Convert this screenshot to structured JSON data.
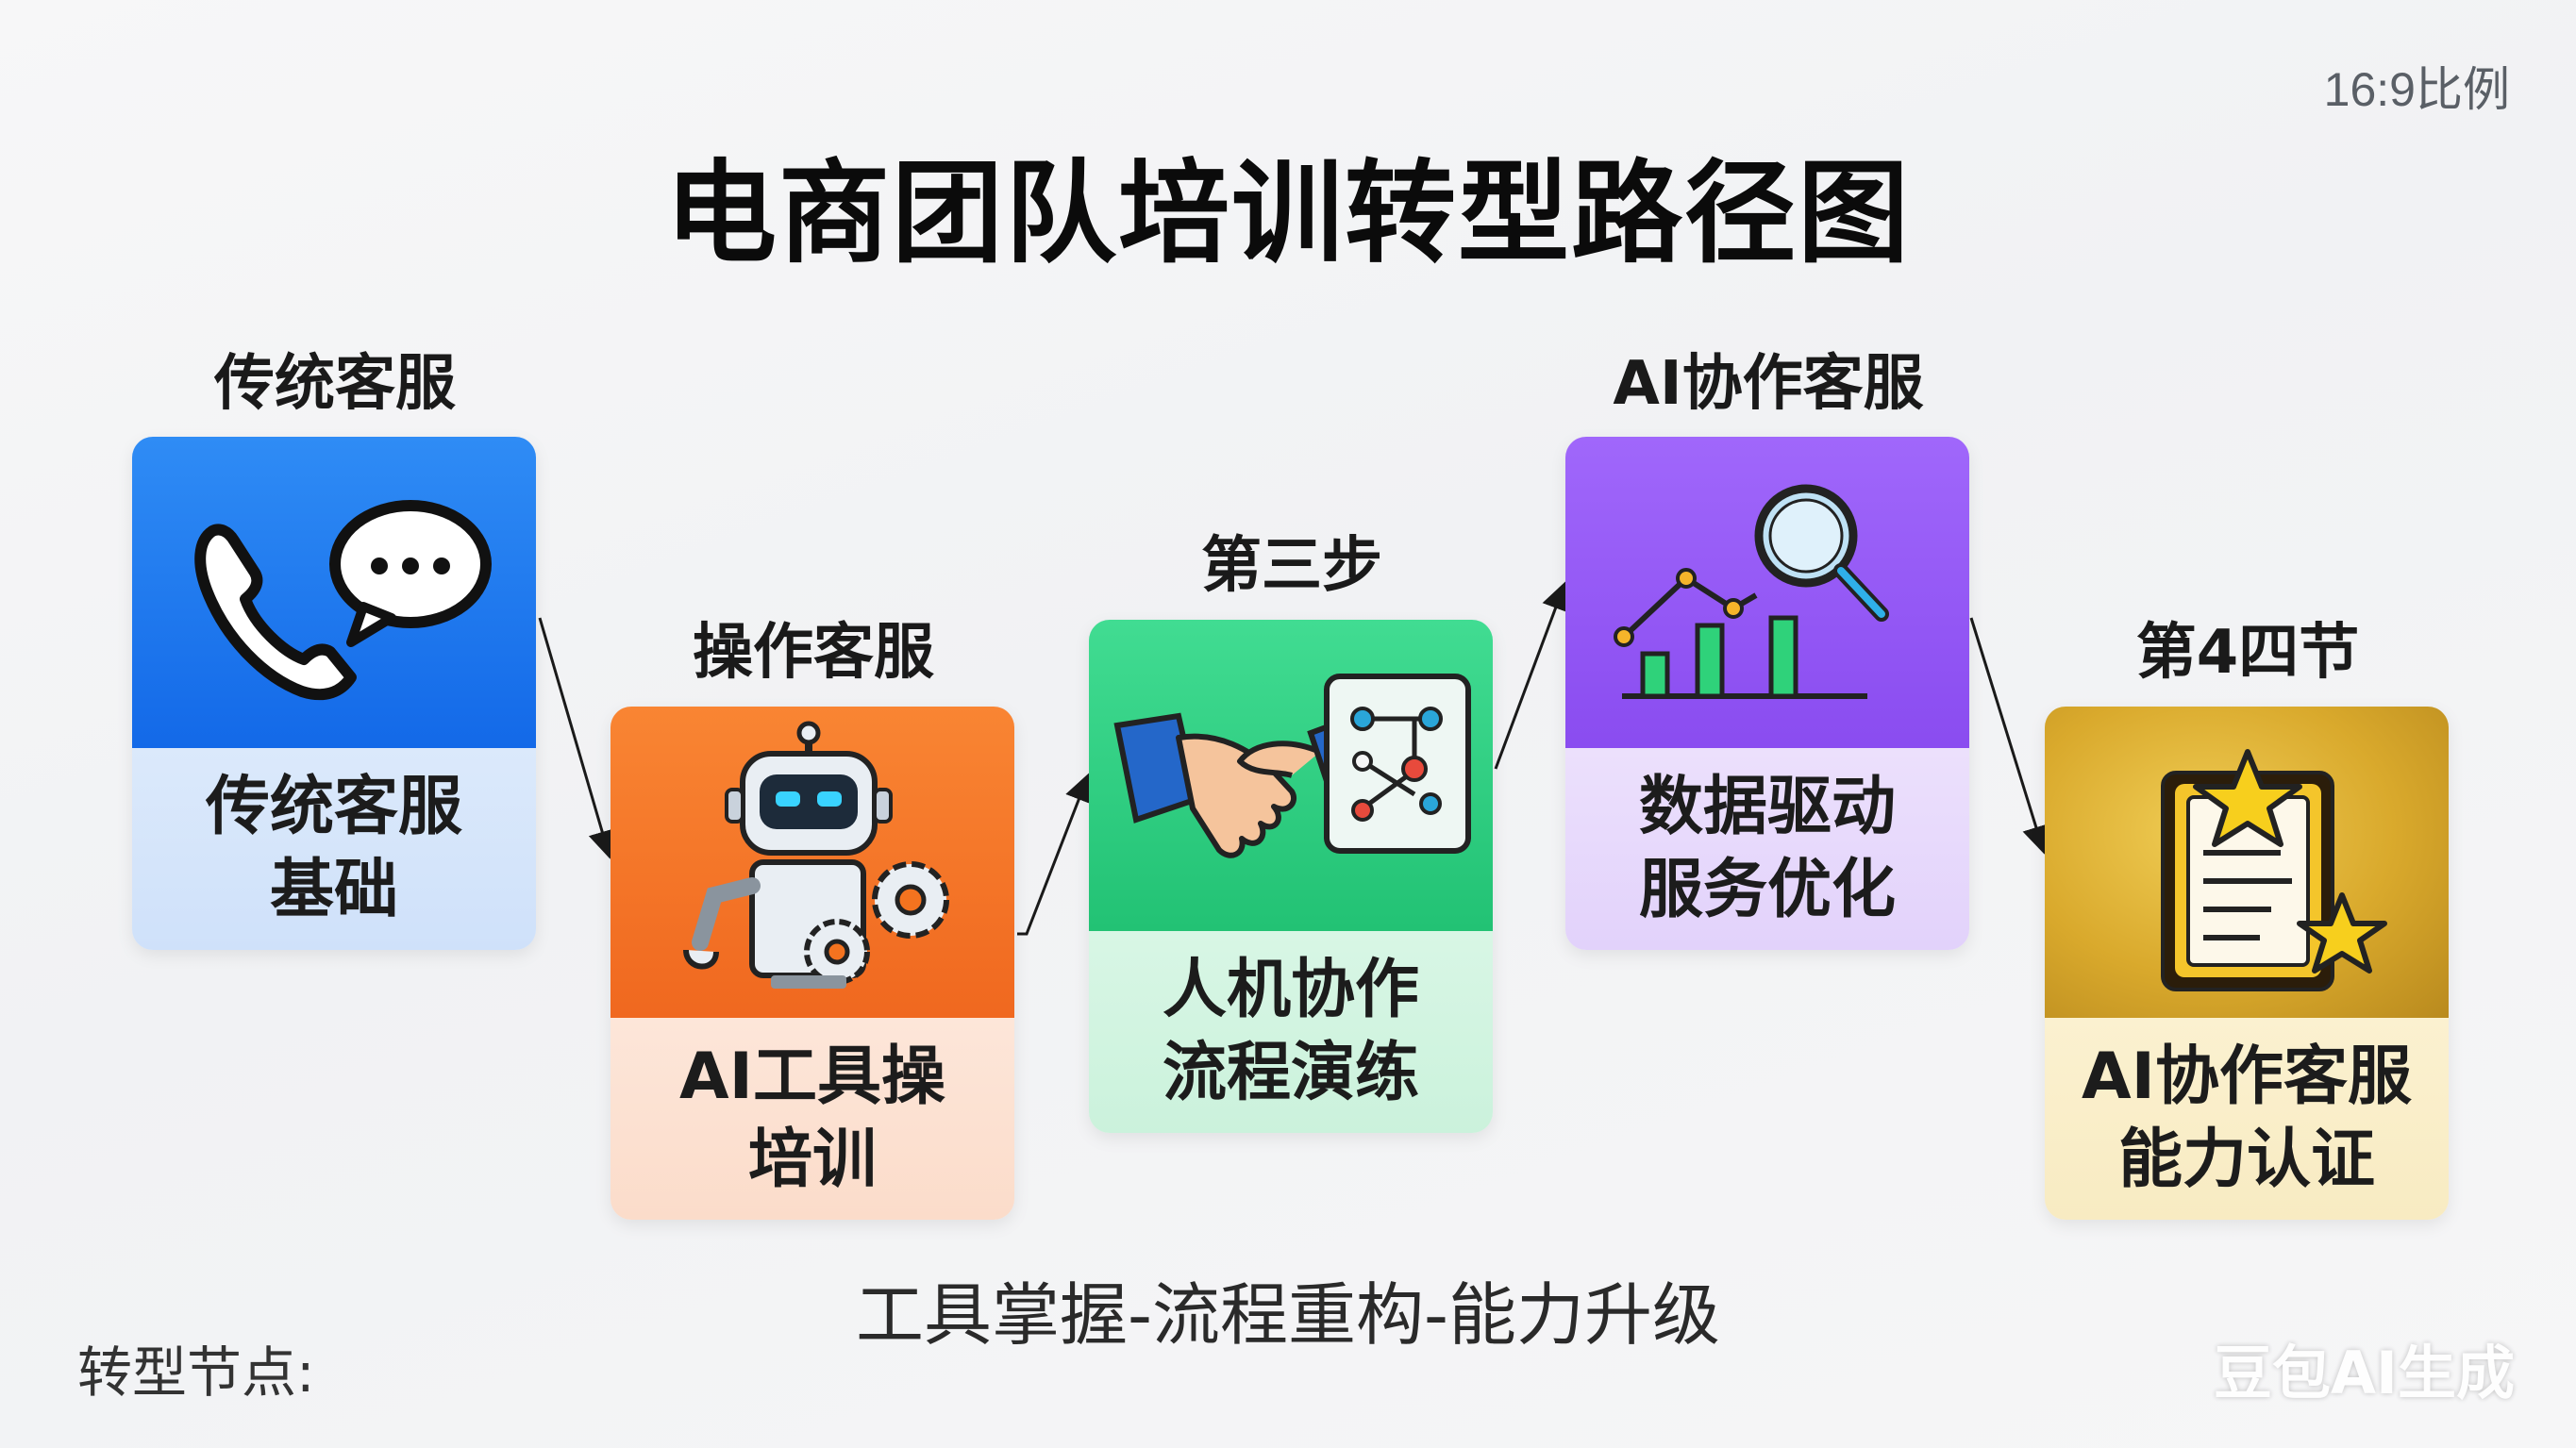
{
  "ratio_label": "16:9比例",
  "title": "电商团队培训转型路径图",
  "steps": [
    {
      "header": "传统客服",
      "line1": "传统客服",
      "line2": "基础",
      "icon": "phone-chat-icon",
      "color": "#1f7bef"
    },
    {
      "header": "操作客服",
      "line1": "AI工具操",
      "line2": "培训",
      "icon": "robot-gears-icon",
      "color": "#f4731f"
    },
    {
      "header": "第三步",
      "line1": "人机协作",
      "line2": "流程演练",
      "icon": "handshake-flowchart-icon",
      "color": "#2bca7e"
    },
    {
      "header": "AI协作客服",
      "line1": "数据驱动",
      "line2": "服务优化",
      "icon": "chart-magnifier-icon",
      "color": "#9258f5"
    },
    {
      "header": "第4四节",
      "line1": "AI协作客服",
      "line2": "能力认证",
      "icon": "certificate-stars-icon",
      "color": "#d7a52a"
    }
  ],
  "subtitle": "工具掌握-流程重构-能力升级",
  "node_label": "转型节点:",
  "watermark": "豆包AI生成"
}
